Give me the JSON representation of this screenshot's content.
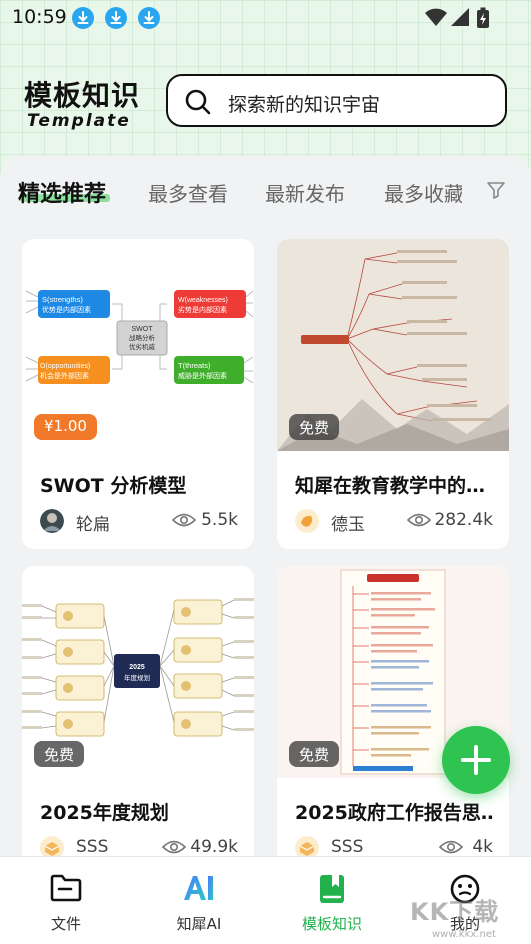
{
  "status_bar": {
    "time": "10:59"
  },
  "header": {
    "title": "模板知识",
    "subtitle": "Template",
    "search_placeholder": "探索新的知识宇宙"
  },
  "tabs": [
    {
      "label": "精选推荐",
      "active": true
    },
    {
      "label": "最多查看",
      "active": false
    },
    {
      "label": "最新发布",
      "active": false
    },
    {
      "label": "最多收藏",
      "active": false
    }
  ],
  "cards": [
    {
      "badge": "¥1.00",
      "title": "SWOT 分析模型",
      "author": "轮扁",
      "views": "5.5k",
      "thumb": {
        "center": [
          "SWOT",
          "战略分析",
          "优劣机威"
        ],
        "s": [
          "S(strengths)",
          "优势是内部因素"
        ],
        "w": [
          "W(weaknesses)",
          "劣势是内部因素"
        ],
        "o": [
          "O(opportunities)",
          "机会是外部因素"
        ],
        "t": [
          "T(threats)",
          "威胁是外部因素"
        ]
      }
    },
    {
      "badge": "免费",
      "title": "知犀在教育教学中的…",
      "author": "德玉",
      "views": "282.4k"
    },
    {
      "badge": "免费",
      "title": "2025年度规划",
      "author": "SSS",
      "views": "49.9k",
      "thumb": {
        "center": [
          "2025",
          "年度规划"
        ]
      }
    },
    {
      "badge": "免费",
      "title": "2025政府工作报告思…",
      "author": "SSS",
      "views": "4k"
    }
  ],
  "bottom_nav": [
    {
      "label": "文件",
      "icon": "folder-icon",
      "active": false
    },
    {
      "label": "知犀AI",
      "icon": "ai-icon",
      "active": false
    },
    {
      "label": "模板知识",
      "icon": "bookmark-book-icon",
      "active": true
    },
    {
      "label": "我的",
      "icon": "face-icon",
      "active": false
    }
  ],
  "colors": {
    "accent_green": "#2fc352",
    "active_nav": "#23b14d",
    "price_badge": "#f07a2a",
    "swot_blue": "#1e88e5",
    "swot_red": "#ef3b36",
    "swot_orange": "#f5901e",
    "swot_green": "#3fae2a"
  },
  "watermark": {
    "text": "KK下载",
    "url": "www.kkx.net"
  }
}
